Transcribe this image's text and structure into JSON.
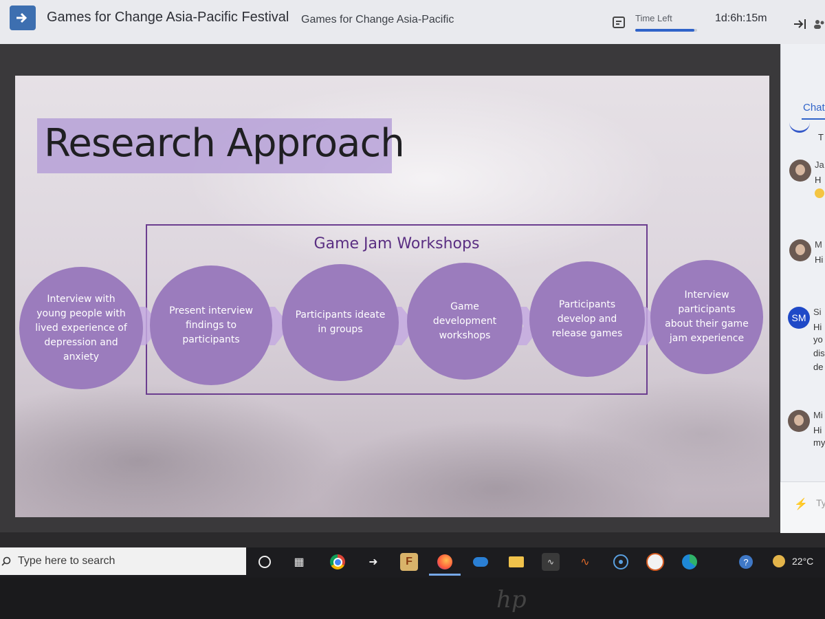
{
  "header": {
    "app_title": "Games for Change Asia-Pacific Festival",
    "event_name": "Games for Change Asia-Pacific",
    "time_left_label": "Time Left",
    "time_left_value": "1d:6h:15m",
    "time_progress": 0.95
  },
  "slide": {
    "title": "Research Approach",
    "group_label": "Game Jam Workshops",
    "steps": [
      "Interview with young people with lived experience of depression and anxiety",
      "Present interview findings to participants",
      "Participants ideate in groups",
      "Game development workshops",
      "Participants develop and release games",
      "Interview participants about their game jam experience"
    ]
  },
  "side_panel": {
    "chat_tab": "Chat",
    "messages": [
      {
        "name": "Ja",
        "text": "H"
      },
      {
        "name": "M",
        "text": "Hi"
      },
      {
        "name": "Si",
        "initials": "SM",
        "text": "Hi"
      },
      {
        "name": "Mi",
        "text": "Hi"
      }
    ],
    "snippets": [
      "T",
      "yo",
      "dis",
      "de",
      "my"
    ],
    "composer_placeholder": "Ty"
  },
  "taskbar": {
    "search_placeholder": "Type here to search",
    "temperature": "22°C"
  },
  "colors": {
    "accent": "#2f63c9",
    "step_fill": "#9b7cbd",
    "title_highlight": "#b098d6",
    "box_border": "#6b3d8f"
  }
}
